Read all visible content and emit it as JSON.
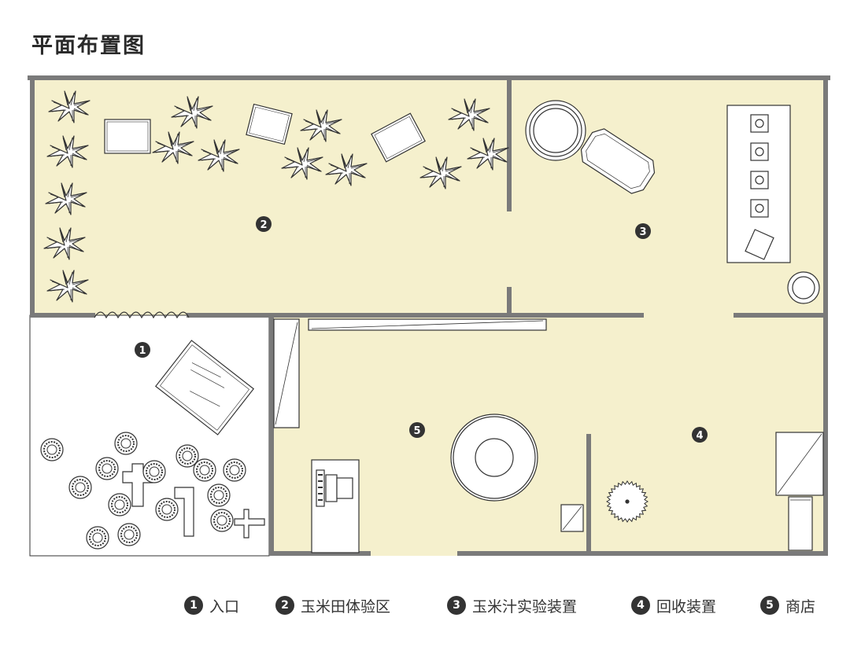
{
  "title": "平面布置图",
  "colors": {
    "floor": "#f5f0cd",
    "entrance_floor": "#ffffff",
    "wall": "#7a7a7a",
    "line": "#333333",
    "marker": "#333333"
  },
  "markers": [
    {
      "num": "1"
    },
    {
      "num": "2"
    },
    {
      "num": "3"
    },
    {
      "num": "4"
    },
    {
      "num": "5"
    }
  ],
  "legend": [
    {
      "num": "1",
      "label": "入口"
    },
    {
      "num": "2",
      "label": "玉米田体验区"
    },
    {
      "num": "3",
      "label": "玉米汁实验装置"
    },
    {
      "num": "4",
      "label": "回收装置"
    },
    {
      "num": "5",
      "label": "商店"
    }
  ]
}
